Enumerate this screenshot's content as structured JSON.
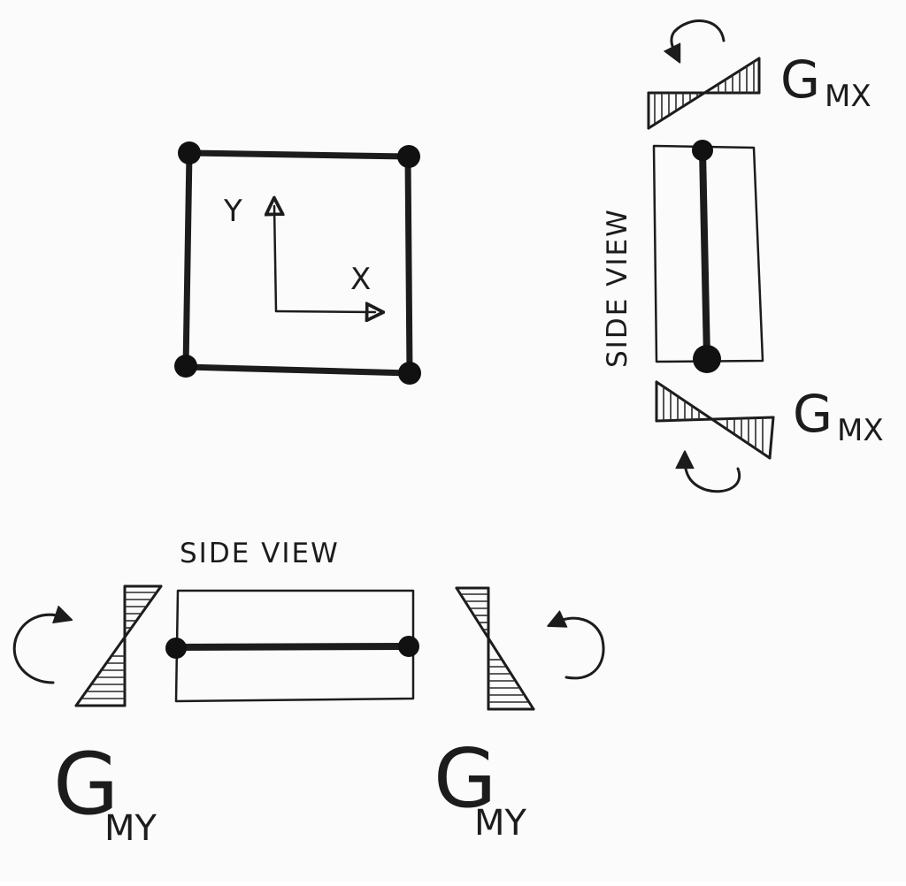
{
  "colors": {
    "ink": "#1c1c1c",
    "paper": "#fbfbfb"
  },
  "plan": {
    "y_axis_label": "Y",
    "x_axis_label": "X"
  },
  "side_view_vertical": {
    "label": "SIDE VIEW",
    "top_moment": {
      "sigma": "G",
      "subscript": "MX",
      "arrow_icon": "counterclockwise-arrow-icon"
    },
    "bottom_moment": {
      "sigma": "G",
      "subscript": "MX",
      "arrow_icon": "clockwise-arrow-icon"
    }
  },
  "side_view_horizontal": {
    "label": "SIDE VIEW",
    "left_moment": {
      "sigma": "G",
      "subscript": "MY",
      "arrow_icon": "clockwise-arrow-icon"
    },
    "right_moment": {
      "sigma": "G",
      "subscript": "MY",
      "arrow_icon": "counterclockwise-arrow-icon"
    }
  }
}
